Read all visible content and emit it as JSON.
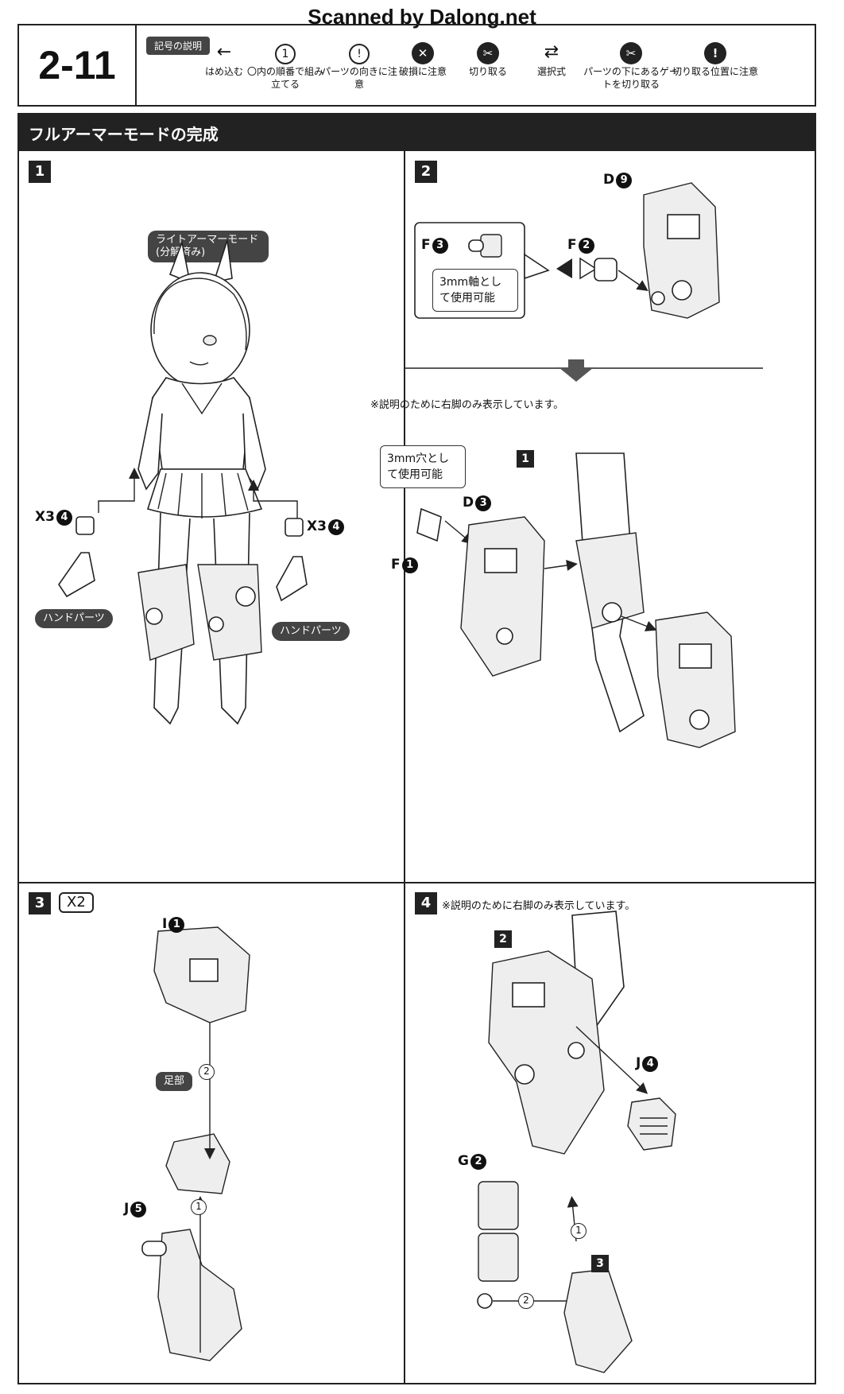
{
  "watermark": "Scanned by Dalong.net",
  "header": {
    "step_id": "2-11",
    "legend_title": "記号の説明",
    "symbols": [
      {
        "icon": "arrow-left-icon",
        "label": "はめ込む",
        "glyph": "←"
      },
      {
        "icon": "circle-1-icon",
        "label": "〇内の順番で組み立てる",
        "glyph": "1"
      },
      {
        "icon": "attention-icon",
        "label": "パーツの向きに注意",
        "glyph": "!"
      },
      {
        "icon": "break-warning-icon",
        "label": "破損に注意",
        "glyph": "✕"
      },
      {
        "icon": "cut-icon",
        "label": "切り取る",
        "glyph": "✂"
      },
      {
        "icon": "choice-arrows-icon",
        "label": "選択式",
        "glyph": "⇄"
      },
      {
        "icon": "gate-cut-icon",
        "label": "パーツの下にあるゲートを切り取る",
        "glyph": "✂"
      },
      {
        "icon": "cut-position-icon",
        "label": "切り取る位置に注意",
        "glyph": "!"
      }
    ]
  },
  "section_title": "フルアーマーモードの完成",
  "step1": {
    "num": "1",
    "mode_label": "ライトアーマーモード(分解済み)",
    "left_part": "X3",
    "left_part_num": "4",
    "right_part": "X3",
    "right_part_num": "4",
    "hand_left": "ハンドパーツ",
    "hand_right": "ハンドパーツ"
  },
  "step2": {
    "num": "2",
    "f3": "F",
    "f3_num": "3",
    "f2": "F",
    "f2_num": "2",
    "d9": "D",
    "d9_num": "9",
    "shaft_note": "3mm軸として使用可能",
    "right_leg_note": "※説明のために右脚のみ表示しています。",
    "hole_note": "3mm穴として使用可能",
    "d3": "D",
    "d3_num": "3",
    "f1": "F",
    "f1_num": "1",
    "sub_badge": "1"
  },
  "step3": {
    "num": "3",
    "multiplier": "X2",
    "i1": "I",
    "i1_num": "1",
    "foot_label": "足部",
    "j5": "J",
    "j5_num": "5",
    "order2": "2",
    "order1": "1"
  },
  "step4": {
    "num": "4",
    "right_leg_note": "※説明のために右脚のみ表示しています。",
    "sub_badge_2": "2",
    "j4": "J",
    "j4_num": "4",
    "g2": "G",
    "g2_num": "2",
    "order1": "1",
    "order2": "2",
    "sub_badge_3": "3"
  }
}
